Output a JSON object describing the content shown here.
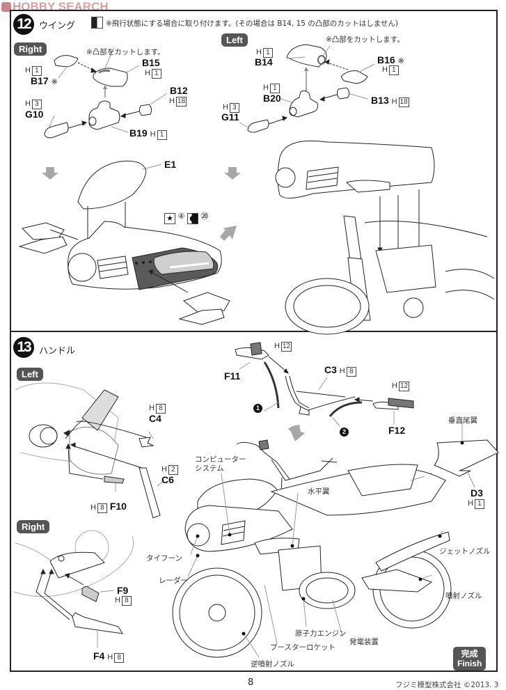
{
  "watermark": "HOBBY SEARCH",
  "steps": [
    {
      "number": "12",
      "title": "ウイング",
      "note": "※飛行状態にする場合に取り付けます。(その場合は B14, 15 の凸部のカットはしません)",
      "right": {
        "badge": "Right",
        "cut_note": "※凸部をカットします。",
        "parts": {
          "b17": {
            "name": "B17",
            "mark": "※",
            "h": "1"
          },
          "b15": {
            "name": "B15",
            "h": "1"
          },
          "b12": {
            "name": "B12",
            "h": "18"
          },
          "g10": {
            "name": "G10",
            "h": "3"
          },
          "b19": {
            "name": "B19",
            "h": "1"
          }
        }
      },
      "left": {
        "badge": "Left",
        "cut_note": "※凸部をカットします。",
        "parts": {
          "b14": {
            "name": "B14",
            "h": "1"
          },
          "b16": {
            "name": "B16",
            "mark": "※",
            "h": "1"
          },
          "b20": {
            "name": "B20",
            "h": "1"
          },
          "b13": {
            "name": "B13",
            "h": "18"
          },
          "g11": {
            "name": "G11",
            "h": "3"
          }
        }
      },
      "assembly": {
        "e1": "E1",
        "paint": {
          "star_no": "④",
          "decal_no": "⑳"
        }
      }
    },
    {
      "number": "13",
      "title": "ハンドル",
      "left": {
        "badge": "Left",
        "parts": {
          "c4": {
            "name": "C4",
            "h": "8"
          },
          "c6": {
            "name": "C6",
            "h": "2"
          },
          "f10": {
            "name": "F10",
            "h": "8"
          }
        }
      },
      "right": {
        "badge": "Right",
        "parts": {
          "f9": {
            "name": "F9",
            "h": "8"
          },
          "f4": {
            "name": "F4",
            "h": "8"
          }
        }
      },
      "handlebar": {
        "f11": {
          "name": "F11",
          "h": "12"
        },
        "c3": {
          "name": "C3",
          "h": "8"
        },
        "f12": {
          "name": "F12",
          "h": "12"
        },
        "callouts": [
          "❶",
          "❷"
        ]
      },
      "tail": {
        "d3": {
          "name": "D3",
          "h": "1"
        },
        "label": "垂直尾翼"
      },
      "labels": {
        "computer": "コンピューター\nシステム",
        "computer_1": "コンピューター",
        "computer_2": "システム",
        "horizontal_wing": "水平翼",
        "typhoon": "タイフーン",
        "radar": "レーダー",
        "jet_nozzle": "ジェットノズル",
        "injection_nozzle": "噴射ノズル",
        "nuclear_engine": "原子力エンジン",
        "generator": "発電装置",
        "booster_rocket": "ブースターロケット",
        "reverse_nozzle": "逆噴射ノズル"
      },
      "finish": {
        "line1": "完成",
        "line2": "Finish"
      }
    }
  ],
  "footer": {
    "page_number": "8",
    "copyright": "フジミ模型株式会社 ©2013. 3"
  },
  "colors": {
    "frame": "#222222",
    "badge": "#555555",
    "panel_dark": "#5a5a5a",
    "panel_light": "#bdbdbd",
    "arrow_gray": "#9a9a9a",
    "watermark": "#d8a0a0"
  }
}
